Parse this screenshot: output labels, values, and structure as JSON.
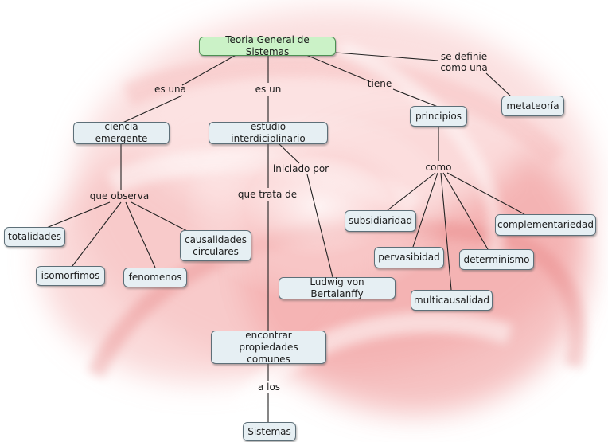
{
  "concept_map": {
    "root": "Teoria General de Sistemas",
    "nodes": {
      "ciencia_emergente": "ciencia emergente",
      "estudio_interdisciplinario": "estudio interdiciplinario",
      "principios": "principios",
      "metateoria": "metateoría",
      "totalidades": "totalidades",
      "causalidades_circulares": "causalidades\ncirculares",
      "isomorfimos": "isomorfimos",
      "fenomenos": "fenomenos",
      "ludwig": "Ludwig von Bertalanffy",
      "encontrar": "encontrar propiedades\ncomunes",
      "sistemas": "Sistemas",
      "subsidiaridad": "subsidiaridad",
      "pervasibidad": "pervasibidad",
      "multicausalidad": "multicausalidad",
      "determinismo": "determinismo",
      "complementariedad": "complementariedad"
    },
    "links": {
      "es_una": "es una",
      "es_un": "es un",
      "tiene": "tiene",
      "se_define": "se definie\ncomo una",
      "que_observa": "que observa",
      "que_trata_de": "que trata de",
      "iniciado_por": "iniciado por",
      "como": "como",
      "a_los": "a los"
    }
  }
}
